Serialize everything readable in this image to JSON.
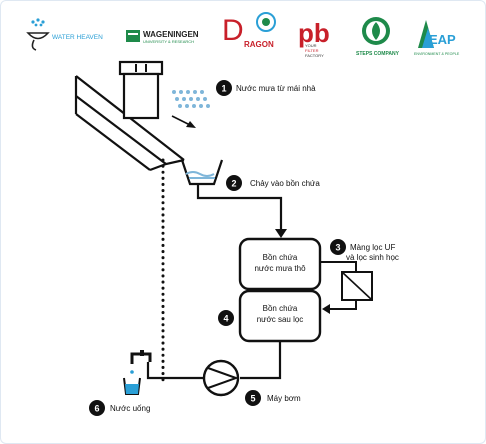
{
  "logos": {
    "water_heaven": "WATER HEAVEN",
    "wageningen": "WAGENINGEN",
    "wageningen_sub": "UNIVERSITY & RESEARCH",
    "dragon_mark": "D",
    "dragon_name": "RAGON",
    "pb_mark": "pb",
    "pb_sub": [
      "YOUR",
      "FILTER",
      "FACTORY"
    ],
    "steps": "STEPS COMPANY",
    "leap_mark": "EAP",
    "leap_sub": "ENVIRONMENT & PEOPLE"
  },
  "steps": [
    {
      "n": "1",
      "label": "Nước mưa từ mái nhà"
    },
    {
      "n": "2",
      "label": "Chảy vào bồn chứa"
    },
    {
      "n": "3",
      "label": "Màng lọc UF",
      "label2": "và lọc sinh học"
    },
    {
      "n": "4",
      "label": ""
    },
    {
      "n": "5",
      "label": "Máy bơm"
    },
    {
      "n": "6",
      "label": "Nước uống"
    }
  ],
  "tanks": {
    "raw_line1": "Bồn chứa",
    "raw_line2": "nước mưa thô",
    "clean_line1": "Bồn chứa",
    "clean_line2": "nước sau lọc"
  },
  "colors": {
    "line": "#111111",
    "rain": "#7fb6d9",
    "logo_blue": "#2a9fd6",
    "logo_green": "#1e8a4a",
    "logo_red": "#c8202a",
    "tank_fill": "#ffffff"
  }
}
